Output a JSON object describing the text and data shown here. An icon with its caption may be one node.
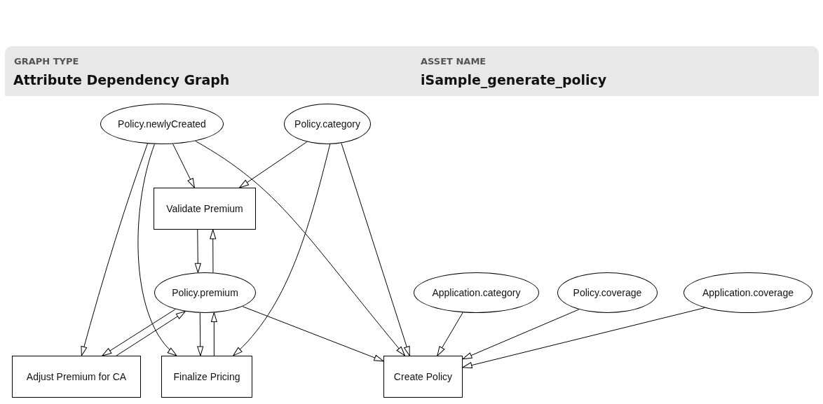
{
  "diagram": {
    "nodes": [
      {
        "text": [
          "Policy.newlyCreated"
        ]
      },
      {
        "text": [
          "Policy.category"
        ]
      },
      {
        "text": [
          "Validate Premium"
        ]
      },
      {
        "text": [
          "Policy.premium"
        ]
      },
      {
        "text": [
          "Application.category"
        ]
      },
      {
        "text": [
          "Policy.coverage"
        ]
      },
      {
        "text": [
          "Application.coverage"
        ]
      },
      {
        "text": [
          "Adjust Premium for CA"
        ]
      },
      {
        "text": [
          "Finalize Pricing"
        ]
      },
      {
        "text": [
          "Create Policy"
        ]
      }
    ],
    "edges": [
      {
        "from": 0,
        "to": 2,
        "arrow": "to"
      },
      {
        "from": 0,
        "to": 7,
        "arrow": "to"
      },
      {
        "from": 0,
        "to": 8,
        "arrow": "to"
      },
      {
        "from": 0,
        "to": 9,
        "arrow": "to"
      },
      {
        "from": 1,
        "to": 2,
        "arrow": "to"
      },
      {
        "from": 1,
        "to": 8,
        "arrow": "to"
      },
      {
        "from": 1,
        "to": 9,
        "arrow": "to"
      },
      {
        "from": 2,
        "to": 3,
        "arrow": "to"
      },
      {
        "from": 3,
        "to": 2,
        "arrow": "to"
      },
      {
        "from": 3,
        "to": 7,
        "arrow": "to"
      },
      {
        "from": 7,
        "to": 3,
        "arrow": "to"
      },
      {
        "from": 3,
        "to": 8,
        "arrow": "to"
      },
      {
        "from": 8,
        "to": 3,
        "arrow": "to"
      },
      {
        "from": 3,
        "to": 9,
        "arrow": "to"
      },
      {
        "from": 4,
        "to": 9,
        "arrow": "to"
      },
      {
        "from": 5,
        "to": 9,
        "arrow": "to"
      },
      {
        "from": 6,
        "to": 9,
        "arrow": "to"
      }
    ],
    "labels": [
      "GRAPH TYPE",
      "Attribute Dependency Graph",
      "ASSET NAME",
      "iSample_generate_policy"
    ]
  }
}
